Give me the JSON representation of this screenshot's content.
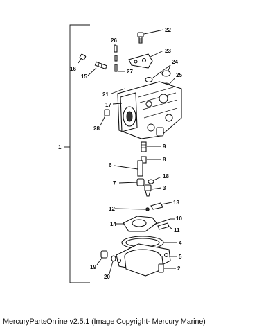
{
  "diagram": {
    "assembly_callout": "1",
    "callouts": {
      "c2": "2",
      "c3": "3",
      "c4": "4",
      "c5": "5",
      "c6": "6",
      "c7": "7",
      "c8": "8",
      "c9": "9",
      "c10": "10",
      "c11": "11",
      "c12": "12",
      "c13": "13",
      "c14": "14",
      "c15": "15",
      "c16": "16",
      "c17": "17",
      "c18": "18",
      "c19": "19",
      "c20": "20",
      "c21": "21",
      "c22": "22",
      "c23": "23",
      "c24": "24",
      "c25": "25",
      "c26": "26",
      "c27": "27",
      "c28": "28"
    }
  },
  "footer": {
    "caption": "MercuryPartsOnline v2.5.1 (Image Copyright- Mercury Marine)"
  }
}
